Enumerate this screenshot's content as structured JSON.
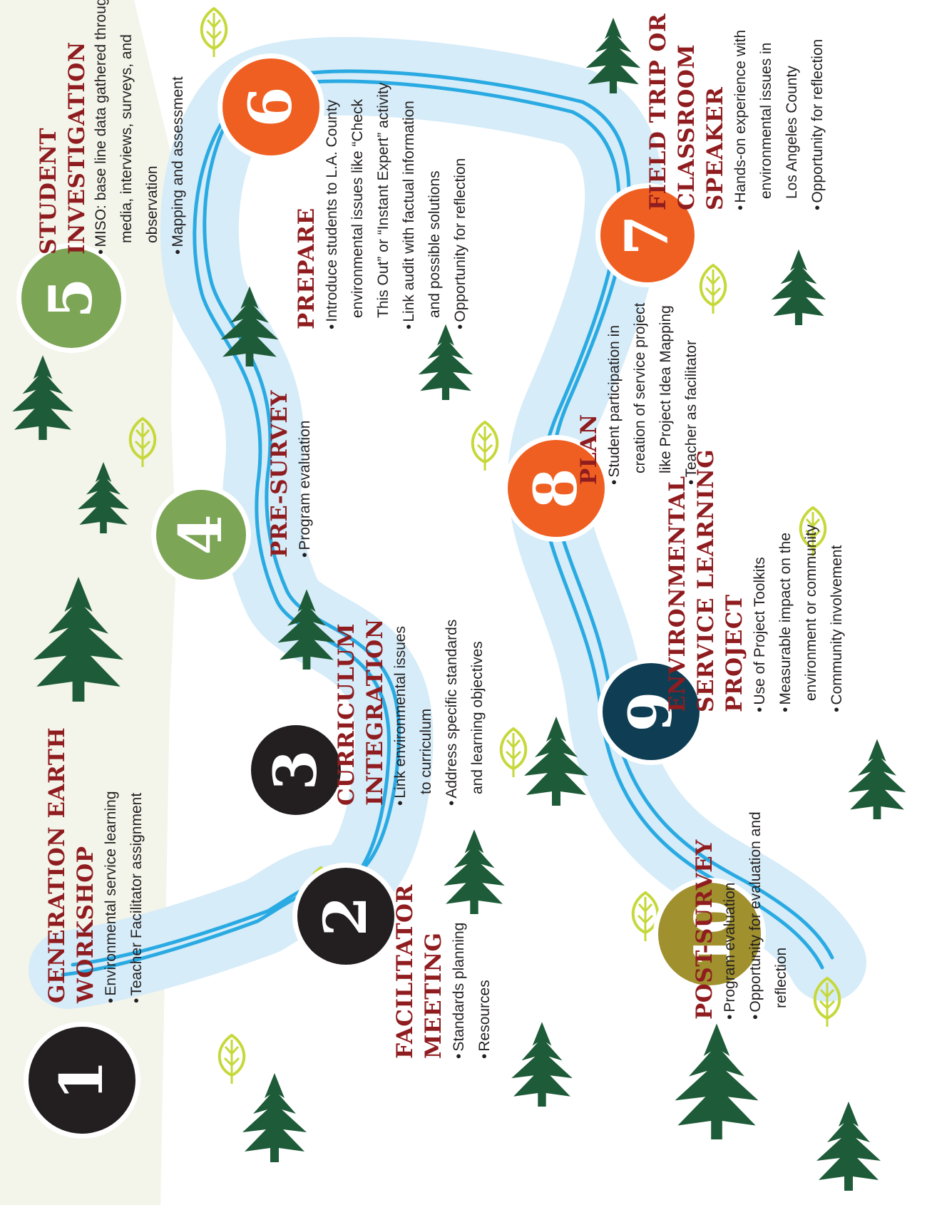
{
  "steps": [
    {
      "number": "1",
      "title_lines": [
        "GENERATION EARTH",
        "WORKSHOP"
      ],
      "bullets": [
        [
          "Environmental service learning"
        ],
        [
          "Teacher Facilitator assignment"
        ]
      ]
    },
    {
      "number": "2",
      "title_lines": [
        "FACILITATOR",
        "MEETING"
      ],
      "bullets": [
        [
          "Standards planning"
        ],
        [
          "Resources"
        ]
      ]
    },
    {
      "number": "3",
      "title_lines": [
        "CURRICULUM",
        "INTEGRATION"
      ],
      "bullets": [
        [
          "Link environmental issues",
          "to curriculum"
        ],
        [
          "Address specific standards",
          "and learning objectives"
        ]
      ]
    },
    {
      "number": "4",
      "title_lines": [
        "PRE-SURVEY"
      ],
      "bullets": [
        [
          "Program evaluation"
        ]
      ]
    },
    {
      "number": "5",
      "title_lines": [
        "STUDENT",
        "INVESTIGATION"
      ],
      "bullets": [
        [
          "MISO: base line data gathered through",
          "media, interviews, surveys, and",
          "observation"
        ],
        [
          "Mapping and assessment"
        ]
      ]
    },
    {
      "number": "6",
      "title_lines": [
        "PREPARE"
      ],
      "bullets": [
        [
          "Introduce students to L.A. County",
          "environmental issues like “Check",
          "This Out” or “Instant Expert” activity"
        ],
        [
          "Link audit with factual information",
          "and possible solutions"
        ],
        [
          "Opportunity for reflection"
        ]
      ]
    },
    {
      "number": "7",
      "title_lines": [
        "FIELD TRIP or",
        "CLASSROOM",
        "SPEAKER"
      ],
      "bullets": [
        [
          "Hands-on experience with",
          "environmental issues in",
          "Los Angeles County"
        ],
        [
          "Opportunity for reflection"
        ]
      ]
    },
    {
      "number": "8",
      "title_lines": [
        "PLAN"
      ],
      "bullets": [
        [
          "Student participation in",
          "creation of service project",
          "like Project Idea Mapping"
        ],
        [
          "Teacher as facilitator"
        ]
      ]
    },
    {
      "number": "9",
      "title_lines": [
        "ENVIRONMENTAL",
        "SERVICE LEARNING",
        "PROJECT"
      ],
      "bullets": [
        [
          "Use of Project Toolkits"
        ],
        [
          "Measurable impact on the",
          "environment or community"
        ],
        [
          "Community involvement"
        ]
      ]
    },
    {
      "number": "10",
      "title_lines": [
        "POST-SURVEY"
      ],
      "bullets": [
        [
          "Program evaluation"
        ],
        [
          "Opportunity for evaluation and",
          "reflection"
        ]
      ]
    }
  ],
  "colors": {
    "background": "#ffffff",
    "hill": "#f3f4ea",
    "river_outer": "#d6ecf8",
    "river_inner": "#2aaae2",
    "title": "#8f1c1f",
    "text": "#231f20",
    "tree": "#1e5b38",
    "leaf": "#c6d83a",
    "black_stone": "#231f20",
    "green_stone": "#7ca556",
    "orange_stone": "#ef5f22",
    "navy_stone": "#0f3e54",
    "olive_stone": "#a0902e"
  },
  "icons": {
    "tree": "pine-tree-icon",
    "leaf": "leaf-icon"
  }
}
